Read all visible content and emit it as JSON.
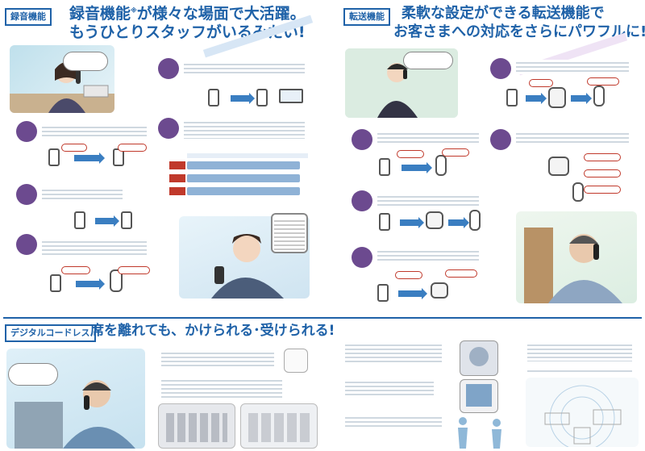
{
  "recording": {
    "label": "録音機能",
    "headline_line1": "録音機能",
    "headline_sup": "※",
    "headline_line1_rest": "が様々な場面で大活躍。",
    "headline_line2": "もうひとりスタッフがいるみたい!"
  },
  "transfer": {
    "label": "転送機能",
    "headline_line1": "柔軟な設定ができる転送機能で",
    "headline_line2": "お客さまへの対応をさらにパワフルに!"
  },
  "cordless": {
    "label": "デジタルコードレス",
    "headline": "席を離れても、かけられる･受けられる!"
  },
  "colors": {
    "accent_blue": "#1f62a8",
    "badge_purple": "#6c4a8f",
    "accent_red": "#c0392b"
  },
  "icons": [
    "phone-icon",
    "arrow-icon",
    "speech-bubble-icon",
    "telephone-base-icon",
    "smartphone-icon"
  ]
}
